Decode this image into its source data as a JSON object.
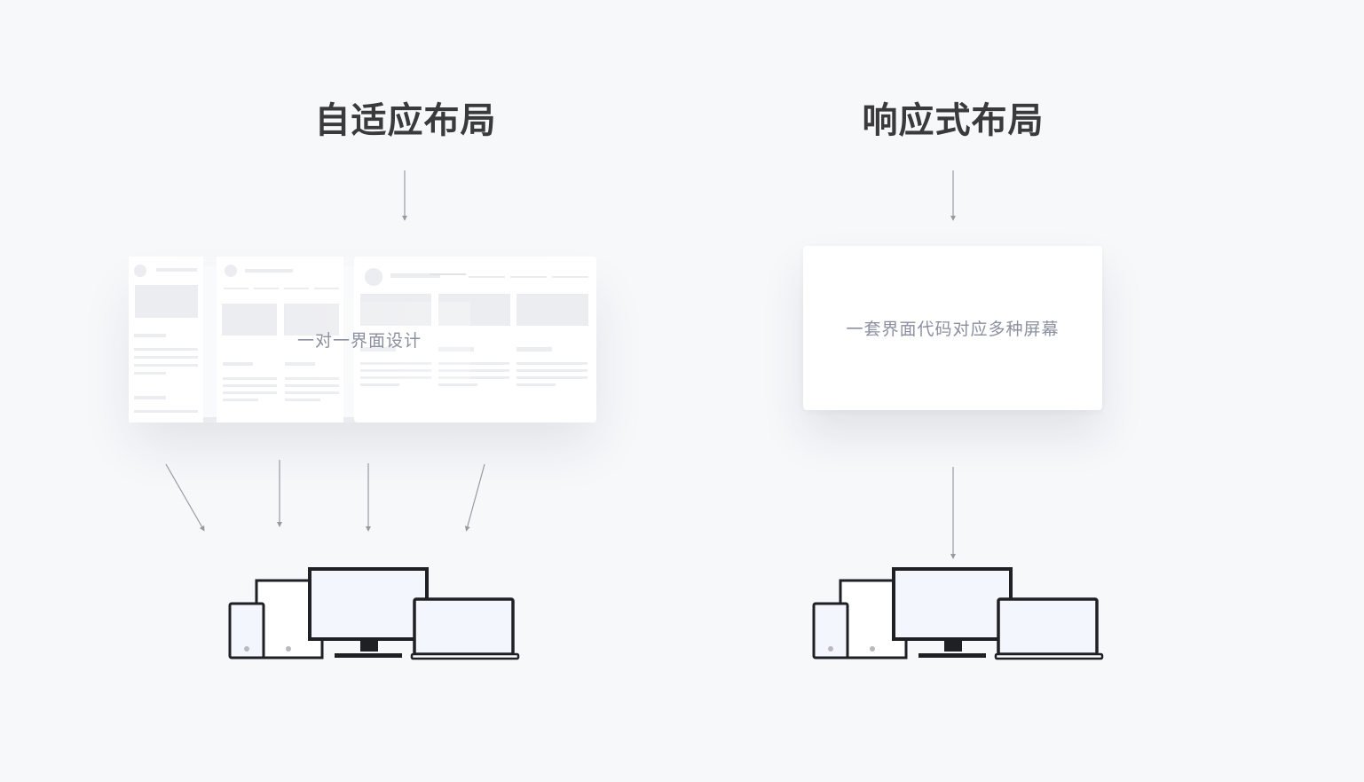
{
  "diagram": {
    "left": {
      "title": "自适应布局",
      "caption": "一对一界面设计"
    },
    "right": {
      "title": "响应式布局",
      "caption": "一套界面代码对应多种屏幕"
    }
  },
  "colors": {
    "background": "#f7f8fa",
    "title": "#3a3a3c",
    "caption": "#8b90a0",
    "arrow": "#9a9a9e",
    "device_stroke": "#1f2024",
    "screen_fill": "#f3f6fd",
    "placeholder": "#e6e7eb"
  },
  "icons": [
    "down-arrow-icon",
    "devices-icon",
    "wireframe-page-icon"
  ]
}
